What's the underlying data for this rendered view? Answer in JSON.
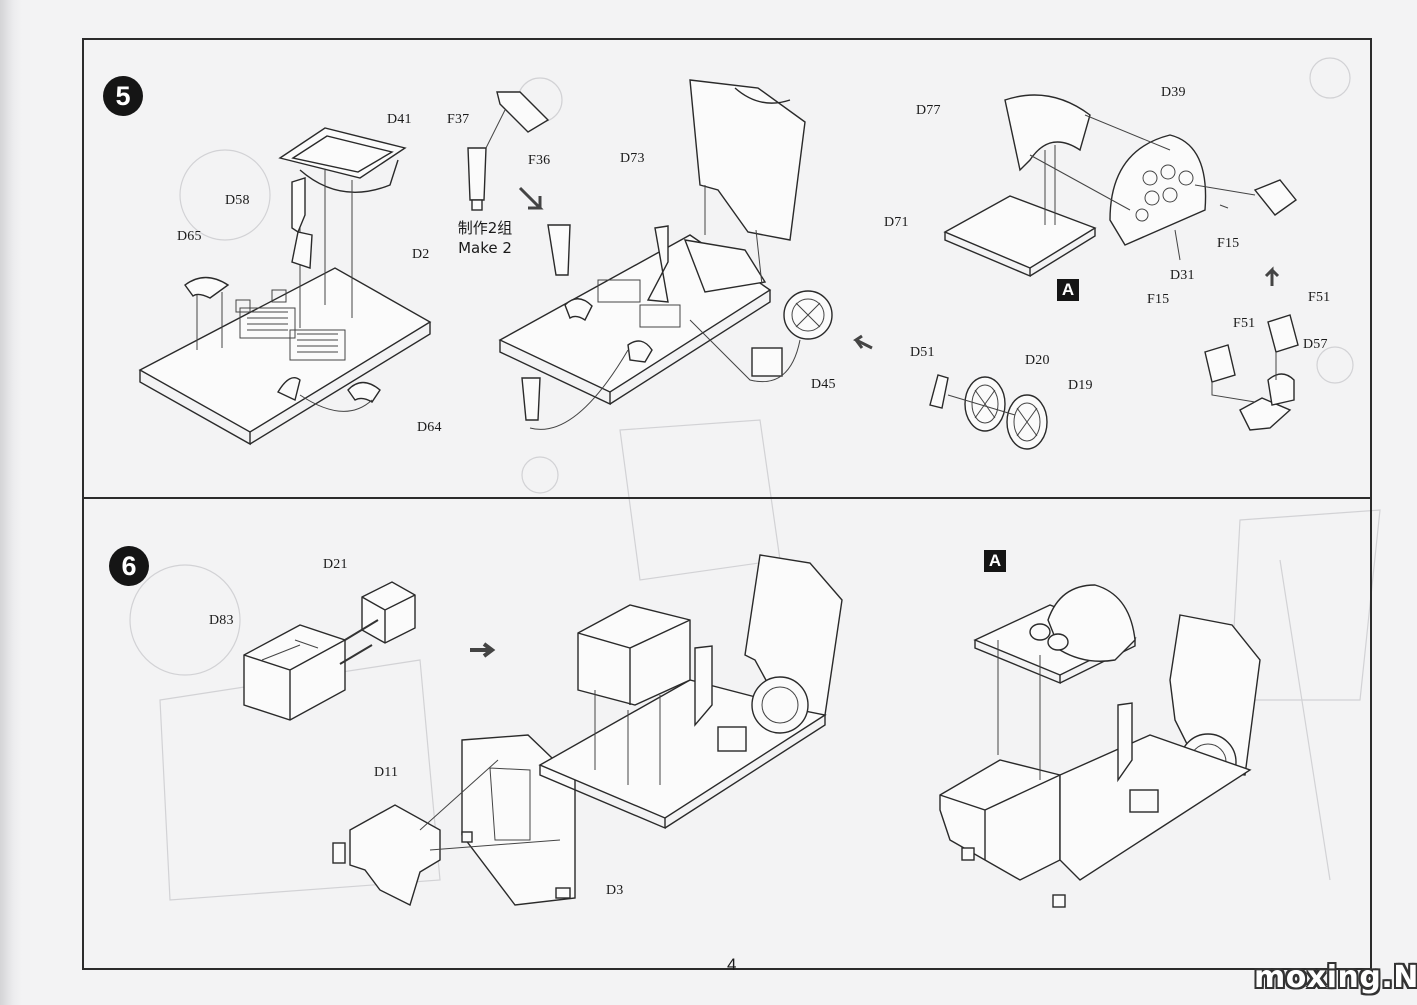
{
  "steps": [
    {
      "number": "5",
      "labels": {
        "d41": "D41",
        "f37": "F37",
        "f36": "F36",
        "d58": "D58",
        "d65": "D65",
        "d2": "D2",
        "d64": "D64",
        "d73": "D73",
        "d45": "D45",
        "d77": "D77",
        "d39": "D39",
        "d71": "D71",
        "f15a": "F15",
        "d31": "D31",
        "f15b": "F15",
        "d51": "D51",
        "d20": "D20",
        "d19": "D19",
        "f51a": "F51",
        "f51b": "F51",
        "d57": "D57"
      },
      "note_cn": "制作2组",
      "note_en": "Make 2",
      "subassembly": "A"
    },
    {
      "number": "6",
      "labels": {
        "d21": "D21",
        "d83": "D83",
        "d11": "D11",
        "d3": "D3"
      },
      "subassembly": "A"
    }
  ],
  "page_number": "4",
  "watermark": "moxing.NET"
}
